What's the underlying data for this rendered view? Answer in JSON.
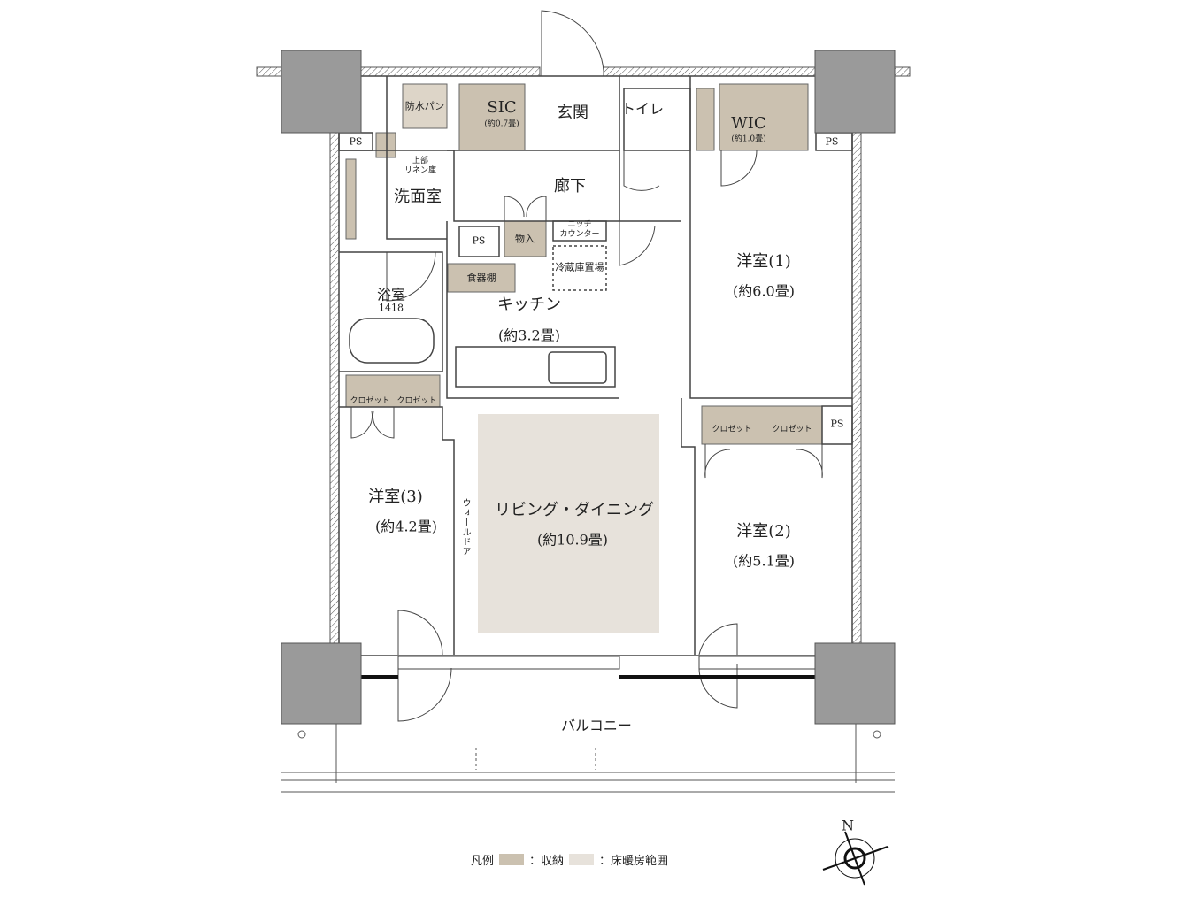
{
  "colors": {
    "storage": "#cbc1b0",
    "floor_heating": "#e7e2db",
    "column": "#9a9a9a",
    "wall": "#555555"
  },
  "rooms": {
    "waterproof_pan": "防水パン",
    "sic": "SIC",
    "sic_size": "(約0.7畳)",
    "entrance": "玄関",
    "toilet": "トイレ",
    "wic": "WIC",
    "wic_size": "(約1.0畳)",
    "ps_top_left": "PS",
    "ps_top_right": "PS",
    "linen": "上部\nリネン庫",
    "washroom": "洗面室",
    "corridor": "廊下",
    "ps_kitchen": "PS",
    "storage_closet": "物入",
    "niche_counter": "ニッチ\nカウンター",
    "fridge_space": "冷蔵庫置場",
    "cupboard": "食器棚",
    "bath": "浴室",
    "bath_size": "1418",
    "kitchen": "キッチン",
    "kitchen_size": "(約3.2畳)",
    "western1": "洋室(1)",
    "western1_size": "(約6.0畳)",
    "closet_a": "クロゼット",
    "closet_b": "クロゼット",
    "closet_c": "クロゼット",
    "closet_d": "クロゼット",
    "ps_right": "PS",
    "western3": "洋室(3)",
    "western3_size": "(約4.2畳)",
    "wall_door": "ウォールドア",
    "living": "リビング・ダイニング",
    "living_size": "(約10.9畳)",
    "western2": "洋室(2)",
    "western2_size": "(約5.1畳)",
    "balcony": "バルコニー"
  },
  "legend": {
    "title": "凡例",
    "storage": "：収納",
    "floor_heating": "：床暖房範囲"
  },
  "compass": {
    "north": "N",
    "icon": "compass-rose-icon"
  }
}
